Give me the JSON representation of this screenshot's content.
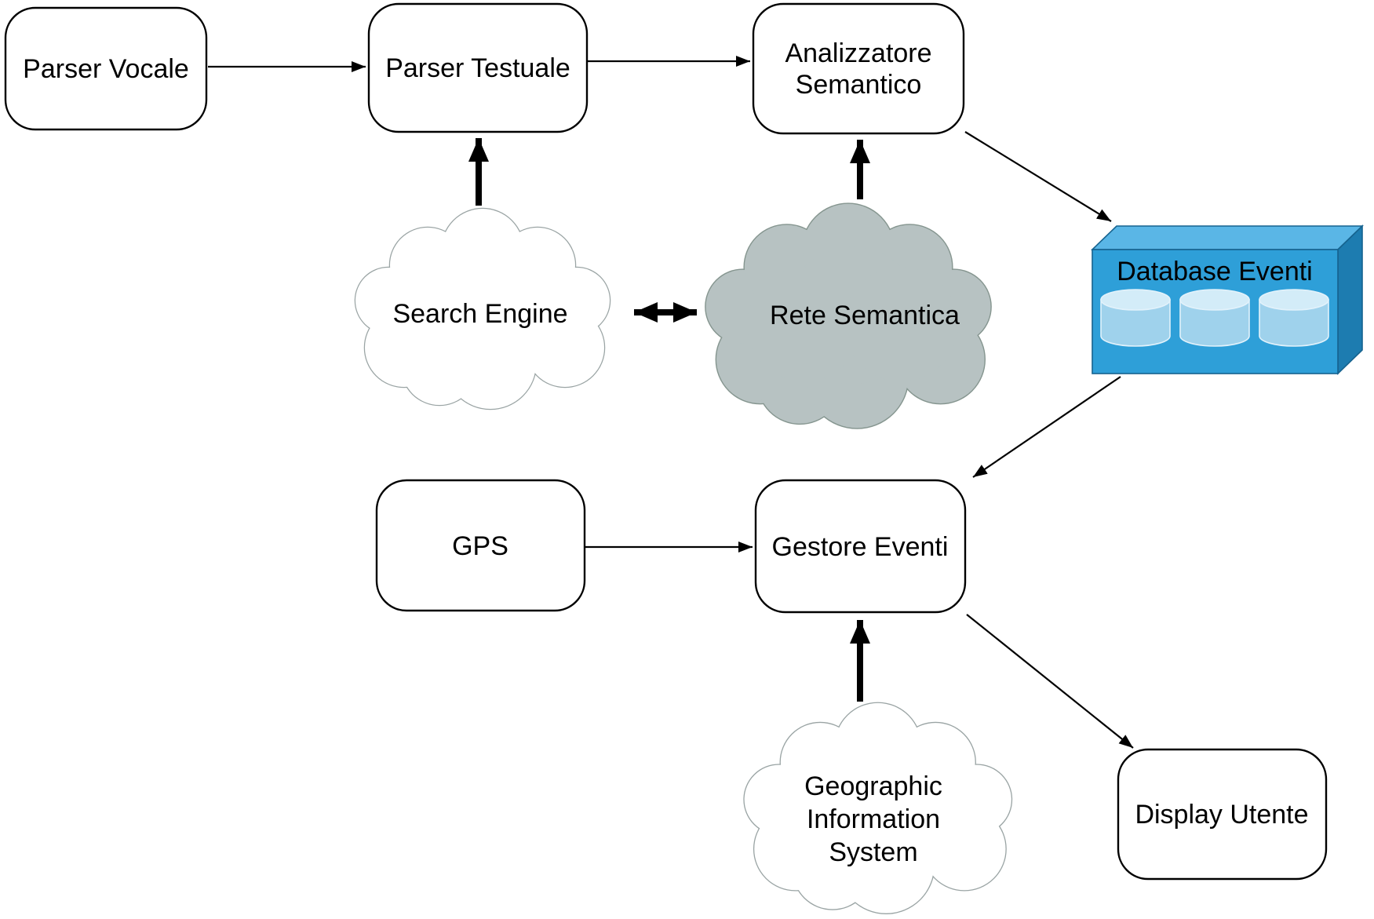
{
  "diagram": {
    "nodes": {
      "parser_vocale": {
        "label": "Parser Vocale",
        "shape": "rounded-box"
      },
      "parser_testuale": {
        "label": "Parser Testuale",
        "shape": "rounded-box"
      },
      "analizzatore_semantico": {
        "lines": [
          "Analizzatore",
          "Semantico"
        ],
        "shape": "rounded-box"
      },
      "search_engine": {
        "label": "Search Engine",
        "shape": "cloud"
      },
      "rete_semantica": {
        "label": "Rete Semantica",
        "shape": "cloud"
      },
      "database_eventi": {
        "label": "Database Eventi",
        "shape": "database-3d"
      },
      "gps": {
        "label": "GPS",
        "shape": "rounded-box"
      },
      "gestore_eventi": {
        "label": "Gestore Eventi",
        "shape": "rounded-box"
      },
      "geographic_information_system": {
        "lines": [
          "Geographic",
          "Information",
          "System"
        ],
        "shape": "cloud"
      },
      "display_utente": {
        "label": "Display Utente",
        "shape": "rounded-box"
      }
    },
    "edges": [
      {
        "from": "parser_vocale",
        "to": "parser_testuale",
        "style": "thin"
      },
      {
        "from": "parser_testuale",
        "to": "analizzatore_semantico",
        "style": "thin"
      },
      {
        "from": "search_engine",
        "to": "parser_testuale",
        "style": "thick"
      },
      {
        "from": "rete_semantica",
        "to": "analizzatore_semantico",
        "style": "thick"
      },
      {
        "from": "search_engine",
        "to": "rete_semantica",
        "style": "thick-double"
      },
      {
        "from": "analizzatore_semantico",
        "to": "database_eventi",
        "style": "thin"
      },
      {
        "from": "database_eventi",
        "to": "gestore_eventi",
        "style": "thin"
      },
      {
        "from": "gps",
        "to": "gestore_eventi",
        "style": "thin"
      },
      {
        "from": "geographic_information_system",
        "to": "gestore_eventi",
        "style": "thick"
      },
      {
        "from": "gestore_eventi",
        "to": "display_utente",
        "style": "thin"
      }
    ],
    "colors": {
      "background": "#ffffff",
      "box_fill": "#ffffff",
      "box_stroke": "#000000",
      "cloud_white_fill": "#ffffff",
      "cloud_white_stroke": "#9aa4a4",
      "cloud_gray_fill": "#b7c2c2",
      "cloud_gray_stroke": "#85958f",
      "db_front": "#2e9fd8",
      "db_top": "#5ab6e6",
      "db_side": "#1d7cb0",
      "db_edge": "#16638f",
      "cylinder_body": "#9fd2ec",
      "cylinder_top": "#d3ecf8",
      "cylinder_stroke": "#e2f2fb",
      "arrow": "#000000",
      "label_text": "#000000"
    }
  }
}
